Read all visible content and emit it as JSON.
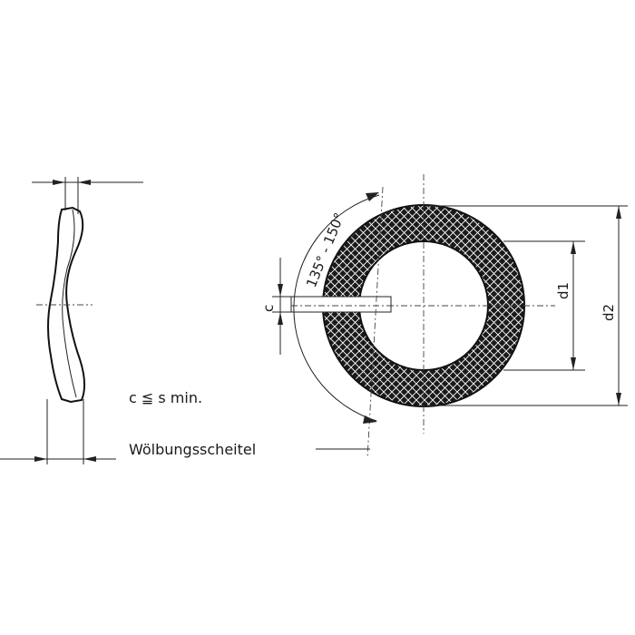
{
  "labels": {
    "angle": "135° - 150°",
    "c": "c",
    "d1": "d1",
    "d2": "d2",
    "condition": "c ≦ s min.",
    "crest": "Wölbungsscheitel"
  },
  "colors": {
    "ink": "#1a1a1a",
    "background": "#ffffff"
  }
}
